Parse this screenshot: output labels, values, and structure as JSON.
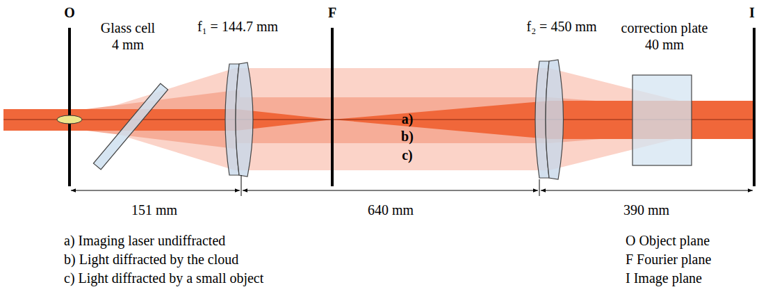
{
  "diagram": {
    "labels": [
      "O",
      "F",
      "I",
      "Glass cell 4 mm",
      "f₁ = 144.7 mm",
      "f₂ = 450 mm",
      "correction plate 40 mm",
      "a)",
      "b)",
      "c)",
      "151 mm",
      "640 mm",
      "390 mm",
      "a) Imaging laser undiffracted",
      "b) Light diffracted by the cloud",
      "c) Light diffracted by a small object",
      "O Object plane",
      "F Fourier plane",
      "I Image plane"
    ]
  }
}
